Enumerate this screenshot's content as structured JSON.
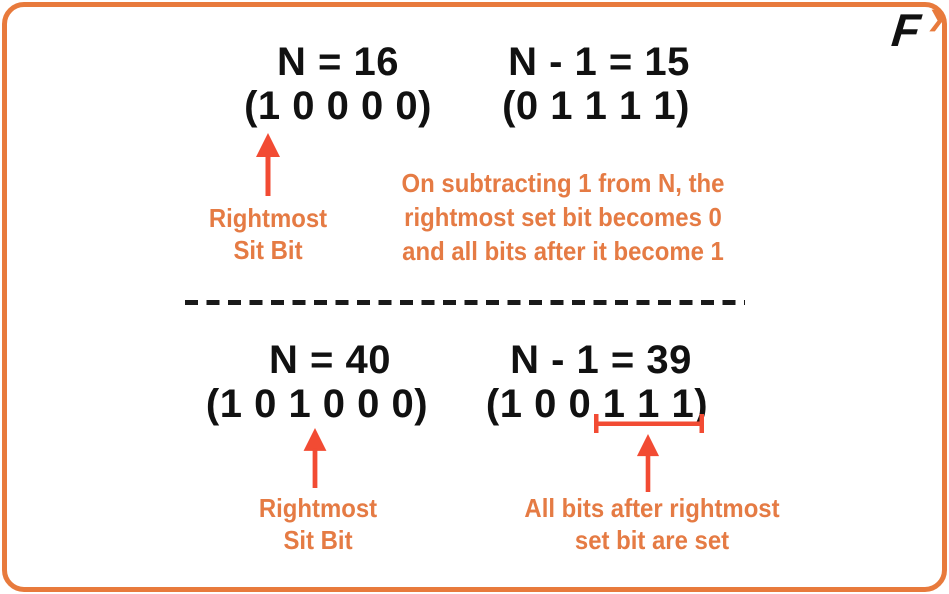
{
  "colors": {
    "border": "#E87A3C",
    "accent_text": "#E57B44",
    "arrow": "#F24B33",
    "heading_text": "#111111",
    "background": "#FFFFFF"
  },
  "logo": {
    "letter": "F",
    "chevron": "❯"
  },
  "example1": {
    "n": {
      "title": "N = 16",
      "binary": "(1 0 0 0 0)"
    },
    "n_minus_1": {
      "title": "N - 1 = 15",
      "binary": "(0 1 1 1 1)"
    },
    "pointer_label": {
      "line1": "Rightmost",
      "line2": "Sit Bit"
    },
    "note": {
      "line1": "On subtracting 1 from N, the",
      "line2": "rightmost set bit becomes 0",
      "line3": "and all bits after it become 1"
    }
  },
  "example2": {
    "n": {
      "title": "N = 40",
      "binary": "(1 0 1 0 0 0)"
    },
    "n_minus_1": {
      "title": "N - 1 = 39",
      "binary": "(1 0 0 1 1 1)"
    },
    "pointer_label": {
      "line1": "Rightmost",
      "line2": "Sit Bit"
    },
    "range_label": {
      "line1": "All bits after rightmost",
      "line2": "set bit are set"
    }
  }
}
